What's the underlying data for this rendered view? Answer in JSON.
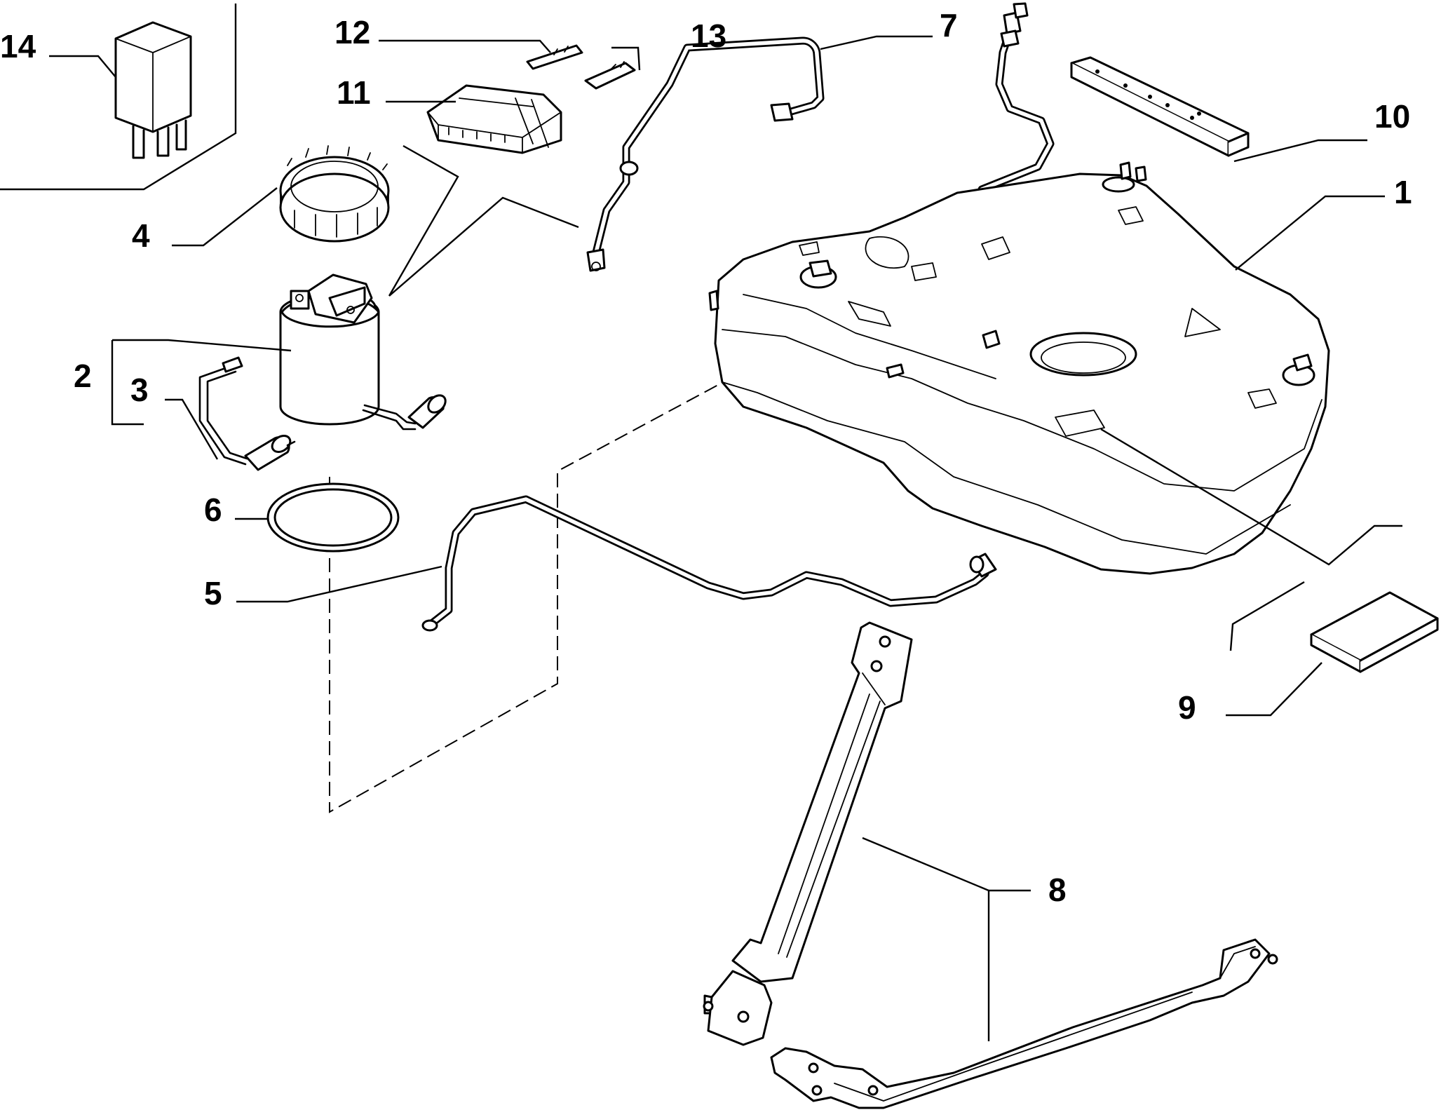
{
  "diagram": {
    "type": "exploded-parts-diagram",
    "callouts": [
      {
        "id": "c1",
        "label": "1"
      },
      {
        "id": "c2",
        "label": "2"
      },
      {
        "id": "c3",
        "label": "3"
      },
      {
        "id": "c4",
        "label": "4"
      },
      {
        "id": "c5",
        "label": "5"
      },
      {
        "id": "c6",
        "label": "6"
      },
      {
        "id": "c7",
        "label": "7"
      },
      {
        "id": "c8",
        "label": "8"
      },
      {
        "id": "c9",
        "label": "9"
      },
      {
        "id": "c10",
        "label": "10"
      },
      {
        "id": "c11",
        "label": "11"
      },
      {
        "id": "c12",
        "label": "12"
      },
      {
        "id": "c13",
        "label": "13"
      },
      {
        "id": "c14",
        "label": "14"
      }
    ]
  }
}
